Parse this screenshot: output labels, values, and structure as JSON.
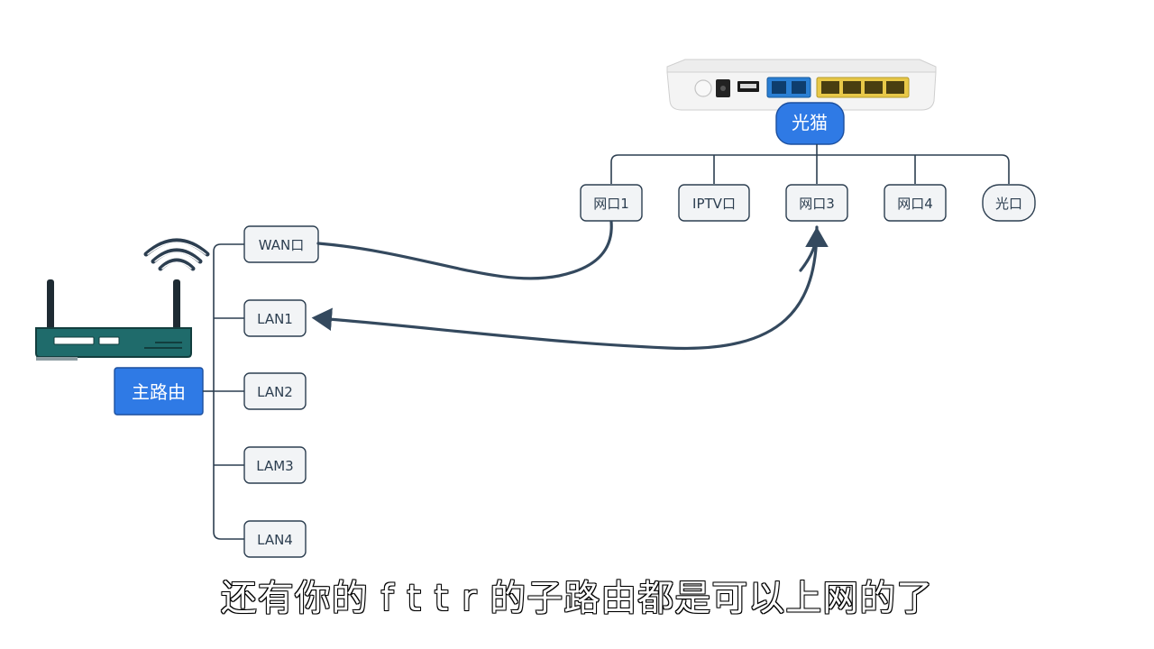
{
  "modem": {
    "label": "光猫",
    "ports": [
      "网口1",
      "IPTV口",
      "网口3",
      "网口4",
      "光口"
    ]
  },
  "router": {
    "label": "主路由",
    "ports": [
      "WAN口",
      "LAN1",
      "LAN2",
      "LAM3",
      "LAN4"
    ]
  },
  "subtitle": "还有你的 f t t r 的子路由都是可以上网的了",
  "colors": {
    "hub": "#2f7ae5",
    "node_fill": "#f2f4f6",
    "line": "#2c3e50",
    "router_body": "#1f6b6b",
    "modem_lan_ports": "#e8c848",
    "modem_phone_ports": "#2a7fd4"
  },
  "icons": {
    "modem": "optical-modem-icon",
    "router": "wifi-router-icon",
    "wifi": "wifi-signal-icon"
  }
}
